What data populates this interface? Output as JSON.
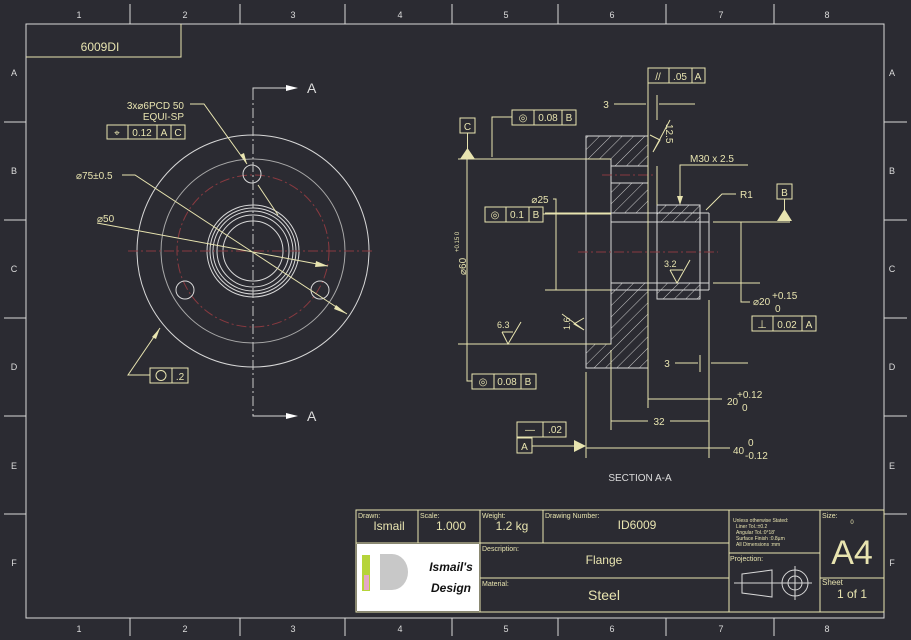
{
  "zones": {
    "columns": [
      "1",
      "2",
      "3",
      "4",
      "5",
      "6",
      "7",
      "8"
    ],
    "rows": [
      "A",
      "B",
      "C",
      "D",
      "E",
      "F"
    ]
  },
  "mirrored_id": "6009DI",
  "front_view": {
    "section_label": "A",
    "holes_note_line1": "3x⌀6PCD 50",
    "holes_note_line2": "EQUI-SP",
    "position_tol": {
      "symbol": "⌖",
      "value": "0.12",
      "datum1": "A",
      "datum2": "C"
    },
    "outer_dia": "⌀75±0.5",
    "pcd_dia": "⌀50",
    "circularity_tol": {
      "symbol": "○",
      "value": ".2"
    }
  },
  "section_view": {
    "title": "SECTION  A-A",
    "parallelism": {
      "symbol": "//",
      "value": ".05",
      "datum": "A"
    },
    "dim_3_top": "3",
    "roughness_12_5": "12.5",
    "datum_c": "C",
    "concentricity_top": {
      "symbol": "◎",
      "value": "0.08",
      "datum": "B"
    },
    "thread": "M30 x 2.5",
    "radius": "R1",
    "datum_b": "B",
    "dia25": "⌀25",
    "concentricity_mid": {
      "symbol": "◎",
      "value": "0.1",
      "datum": "B"
    },
    "dia60": "⌀60",
    "dia60_tol": "+0.15 0",
    "roughness_3_2": "3.2",
    "roughness_1_6": "1.6",
    "roughness_6_3": "6.3",
    "dia20": "⌀20",
    "dia20_upper": "+0.15",
    "dia20_lower": "0",
    "perpendicularity": {
      "symbol": "⊥",
      "value": "0.02",
      "datum": "A"
    },
    "concentricity_bottom": {
      "symbol": "◎",
      "value": "0.08",
      "datum": "B"
    },
    "dim_3_bottom": "3",
    "dim_20": "20",
    "dim_20_upper": "+0.12",
    "dim_20_lower": "0",
    "dim_32": "32",
    "flatness": {
      "symbol": "—",
      "value": ".02"
    },
    "datum_a": "A",
    "dim_40": "40",
    "dim_40_upper": "0",
    "dim_40_lower": "-0.12"
  },
  "title_block": {
    "drawn_label": "Drawn:",
    "drawn": "Ismail",
    "scale_label": "Scale:",
    "scale": "1.000",
    "weight_label": "Weight:",
    "weight": "1.2  kg",
    "number_label": "Drawing Number:",
    "number": "ID6009",
    "description_label": "Description:",
    "description": "Flange",
    "material_label": "Material:",
    "material": "Steel",
    "notes": [
      "Unless otherwise Stated:",
      "Liner Tol.:±0.2",
      "Angular Tol.:0°18'",
      "Surface Finish :0.8µm",
      "All Dimensions :mm"
    ],
    "projection_label": "Projection:",
    "size_label": "Size:",
    "size_small": "0",
    "size": "A4",
    "sheet_label": "Sheet",
    "sheet": "1 of 1",
    "logo_text": "Ismail's Design"
  },
  "colors": {
    "background": "#2b2b32",
    "annotation": "#e8e4b0",
    "geometry": "#d8d8d8",
    "centerline": "#8a3a40"
  }
}
